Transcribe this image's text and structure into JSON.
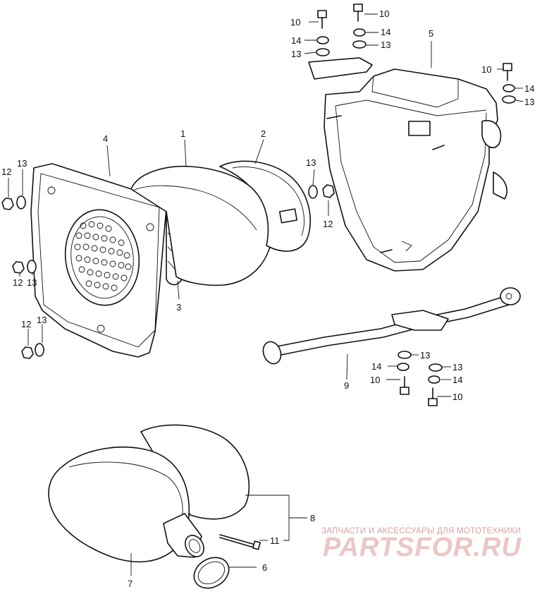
{
  "callouts": {
    "c10a": "10",
    "c10b": "10",
    "c10c": "10",
    "c10d": "10",
    "c10e": "10",
    "c14a": "14",
    "c14b": "14",
    "c14c": "14",
    "c14d": "14",
    "c14e": "14",
    "c13a": "13",
    "c13b": "13",
    "c13c": "13",
    "c13d": "13",
    "c13e": "13",
    "c13f": "13",
    "c13g": "13",
    "c13h": "13",
    "c13i": "13",
    "c12a": "12",
    "c12b": "12",
    "c12c": "12",
    "c12d": "12",
    "c1": "1",
    "c2": "2",
    "c3": "3",
    "c4": "4",
    "c5": "5",
    "c6": "6",
    "c7": "7",
    "c8": "8",
    "c9": "9",
    "c11": "11"
  },
  "watermark": {
    "tagline": "ЗАПЧАСТИ И АКСЕССУАРЫ ДЛЯ МОТОТЕХНИКИ",
    "brand": "PARTSFOR.RU"
  },
  "colors": {
    "line": "#111111",
    "watermark": "#d9a0a0",
    "background": "#ffffff"
  }
}
